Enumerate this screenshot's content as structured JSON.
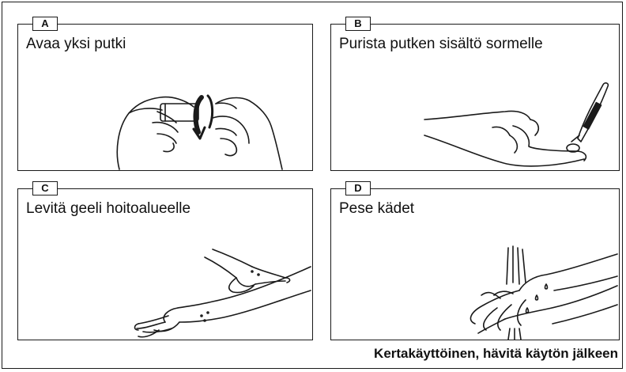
{
  "panels": [
    {
      "tag": "A",
      "caption": "Avaa yksi putki"
    },
    {
      "tag": "B",
      "caption": "Purista putken sisältö sormelle"
    },
    {
      "tag": "C",
      "caption": "Levitä geeli hoitoalueelle"
    },
    {
      "tag": "D",
      "caption": "Pese kädet"
    }
  ],
  "footer": "Kertakäyttöinen, hävitä käytön jälkeen",
  "colors": {
    "line": "#1a1a1a",
    "background": "#ffffff"
  },
  "icons": [
    "hands-opening-tube-illustration",
    "finger-with-gel-tube-illustration",
    "applying-gel-to-arm-illustration",
    "washing-hands-illustration"
  ]
}
